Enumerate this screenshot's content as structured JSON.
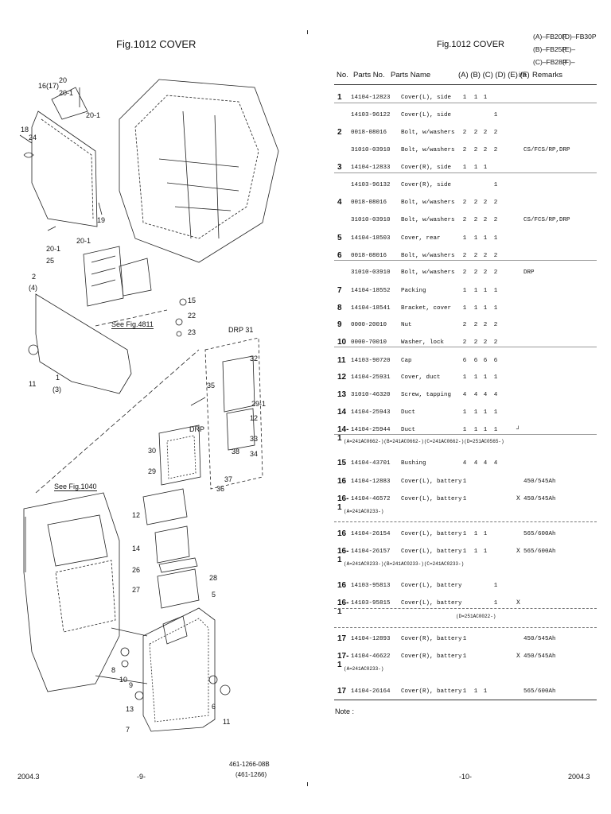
{
  "left": {
    "title": "Fig.1012  COVER",
    "callouts": [
      "16(17)",
      "20",
      "20-1",
      "20-1",
      "18",
      "24",
      "19",
      "20-1",
      "20-1",
      "25",
      "2",
      "(4)",
      "15",
      "22",
      "23",
      "See Fig.4811",
      "11",
      "1",
      "(3)",
      "DRP 31",
      "32",
      "35",
      "29-1",
      "12",
      "DRP",
      "33",
      "34",
      "38",
      "30",
      "29",
      "37",
      "36",
      "See Fig.1040",
      "12",
      "14",
      "26",
      "27",
      "28",
      "5",
      "8",
      "10",
      "9",
      "13",
      "7",
      "6",
      "11"
    ],
    "footer_left": "2004.3",
    "footer_center": "-9-",
    "footer_right_1": "461-1266-08B",
    "footer_right_2": "(461-1266)"
  },
  "right": {
    "title": "Fig.1012  COVER",
    "models": [
      "(A)–FB20P",
      "(D)–FB30P",
      "(B)–FB25P",
      "(E)–",
      "(C)–FB28P",
      "(F)–"
    ],
    "headers": {
      "no": "No.",
      "parts_no": "Parts No.",
      "parts_name": "Parts Name",
      "cols": "(A) (B) (C) (D) (E) (F)",
      "ia": "i/a",
      "remarks": "Remarks"
    },
    "rows": [
      {
        "no": "1",
        "pn": "14104-12823",
        "name": "Cover(L), side",
        "q": [
          "1",
          "1",
          "1",
          "",
          "",
          ""
        ],
        "ia": "",
        "rm": ""
      },
      {
        "no": "",
        "pn": "14103-96122",
        "name": "Cover(L), side",
        "q": [
          "",
          "",
          "",
          "1",
          "",
          ""
        ],
        "ia": "",
        "rm": ""
      },
      {
        "no": "2",
        "pn": "0018-08016",
        "name": "Bolt, w/washers",
        "q": [
          "2",
          "2",
          "2",
          "2",
          "",
          ""
        ],
        "ia": "",
        "rm": ""
      },
      {
        "no": "",
        "pn": "31010-03910",
        "name": "Bolt, w/washers",
        "q": [
          "2",
          "2",
          "2",
          "2",
          "",
          ""
        ],
        "ia": "",
        "rm": "CS/FCS/RP,DRP"
      },
      {
        "no": "3",
        "pn": "14104-12833",
        "name": "Cover(R), side",
        "q": [
          "1",
          "1",
          "1",
          "",
          "",
          ""
        ],
        "ia": "",
        "rm": ""
      },
      {
        "no": "",
        "pn": "14103-96132",
        "name": "Cover(R), side",
        "q": [
          "",
          "",
          "",
          "1",
          "",
          ""
        ],
        "ia": "",
        "rm": ""
      },
      {
        "no": "4",
        "pn": "0018-08016",
        "name": "Bolt, w/washers",
        "q": [
          "2",
          "2",
          "2",
          "2",
          "",
          ""
        ],
        "ia": "",
        "rm": ""
      },
      {
        "no": "",
        "pn": "31010-03910",
        "name": "Bolt, w/washers",
        "q": [
          "2",
          "2",
          "2",
          "2",
          "",
          ""
        ],
        "ia": "",
        "rm": "CS/FCS/RP,DRP"
      },
      {
        "no": "5",
        "pn": "14104-18503",
        "name": "Cover, rear",
        "q": [
          "1",
          "1",
          "1",
          "1",
          "",
          ""
        ],
        "ia": "",
        "rm": ""
      },
      {
        "no": "6",
        "pn": "0018-08016",
        "name": "Bolt, w/washers",
        "q": [
          "2",
          "2",
          "2",
          "2",
          "",
          ""
        ],
        "ia": "",
        "rm": ""
      },
      {
        "no": "",
        "pn": "31010-03910",
        "name": "Bolt, w/washers",
        "q": [
          "2",
          "2",
          "2",
          "2",
          "",
          ""
        ],
        "ia": "",
        "rm": "DRP"
      },
      {
        "no": "7",
        "pn": "14104-18552",
        "name": "Packing",
        "q": [
          "1",
          "1",
          "1",
          "1",
          "",
          ""
        ],
        "ia": "",
        "rm": ""
      },
      {
        "no": "8",
        "pn": "14104-18541",
        "name": "Bracket, cover",
        "q": [
          "1",
          "1",
          "1",
          "1",
          "",
          ""
        ],
        "ia": "",
        "rm": ""
      },
      {
        "no": "9",
        "pn": "0000-20010",
        "name": "Nut",
        "q": [
          "2",
          "2",
          "2",
          "2",
          "",
          ""
        ],
        "ia": "",
        "rm": ""
      },
      {
        "no": "10",
        "pn": "0000-70010",
        "name": "Washer, lock",
        "q": [
          "2",
          "2",
          "2",
          "2",
          "",
          ""
        ],
        "ia": "",
        "rm": ""
      },
      {
        "no": "11",
        "pn": "14103-90720",
        "name": "Cap",
        "q": [
          "6",
          "6",
          "6",
          "6",
          "",
          ""
        ],
        "ia": "",
        "rm": ""
      },
      {
        "no": "12",
        "pn": "14104-25931",
        "name": "Cover, duct",
        "q": [
          "1",
          "1",
          "1",
          "1",
          "",
          ""
        ],
        "ia": "",
        "rm": ""
      },
      {
        "no": "13",
        "pn": "31010-46320",
        "name": "Screw, tapping",
        "q": [
          "4",
          "4",
          "4",
          "4",
          "",
          ""
        ],
        "ia": "",
        "rm": ""
      },
      {
        "no": "14",
        "pn": "14104-25943",
        "name": "Duct",
        "q": [
          "1",
          "1",
          "1",
          "1",
          "",
          ""
        ],
        "ia": "",
        "rm": ""
      },
      {
        "no": "14-1",
        "pn": "14104-25944",
        "name": "Duct",
        "q": [
          "1",
          "1",
          "1",
          "1",
          "",
          ""
        ],
        "ia": "┘",
        "rm": ""
      },
      {
        "no": "15",
        "pn": "14104-43701",
        "name": "Bushing",
        "q": [
          "4",
          "4",
          "4",
          "4",
          "",
          ""
        ],
        "ia": "",
        "rm": ""
      },
      {
        "no": "16",
        "pn": "14104-12883",
        "name": "Cover(L), battery",
        "q": [
          "1",
          "",
          "",
          "",
          "",
          ""
        ],
        "ia": "",
        "rm": "450/545Ah"
      },
      {
        "no": "16-1",
        "pn": "14104-46572",
        "name": "Cover(L), battery",
        "q": [
          "1",
          "",
          "",
          "",
          "",
          ""
        ],
        "ia": "X",
        "rm": "450/545Ah"
      },
      {
        "no": "16",
        "pn": "14104-26154",
        "name": "Cover(L), battery",
        "q": [
          "1",
          "1",
          "1",
          "",
          "",
          ""
        ],
        "ia": "",
        "rm": "565/600Ah"
      },
      {
        "no": "16-1",
        "pn": "14104-26157",
        "name": "Cover(L), battery",
        "q": [
          "1",
          "1",
          "1",
          "",
          "",
          ""
        ],
        "ia": "X",
        "rm": "565/600Ah"
      },
      {
        "no": "16",
        "pn": "14103-95813",
        "name": "Cover(L), battery",
        "q": [
          "",
          "",
          "",
          "1",
          "",
          ""
        ],
        "ia": "",
        "rm": ""
      },
      {
        "no": "16-1",
        "pn": "14103-95815",
        "name": "Cover(L), battery",
        "q": [
          "",
          "",
          "",
          "1",
          "",
          ""
        ],
        "ia": "X",
        "rm": ""
      },
      {
        "no": "17",
        "pn": "14104-12893",
        "name": "Cover(R), battery",
        "q": [
          "1",
          "",
          "",
          "",
          "",
          ""
        ],
        "ia": "",
        "rm": "450/545Ah"
      },
      {
        "no": "17-1",
        "pn": "14104-46622",
        "name": "Cover(R), battery",
        "q": [
          "1",
          "",
          "",
          "",
          "",
          ""
        ],
        "ia": "X",
        "rm": "450/545Ah"
      },
      {
        "no": "17",
        "pn": "14104-26164",
        "name": "Cover(R), battery",
        "q": [
          "1",
          "1",
          "1",
          "",
          "",
          ""
        ],
        "ia": "",
        "rm": "565/600Ah"
      }
    ],
    "serials": [
      "(A=241AC0662-)(B=241AC0662-)(C=241AC0662-)(D=251AC0565-)",
      "(A=241AC0233-)",
      "(A=241AC0233-)(B=241AC0233-)(C=241AC0233-)",
      "(D=251AC0022-)",
      "(A=241AC0233-)"
    ],
    "note": "Note :",
    "footer_center": "-10-",
    "footer_right": "2004.3"
  }
}
